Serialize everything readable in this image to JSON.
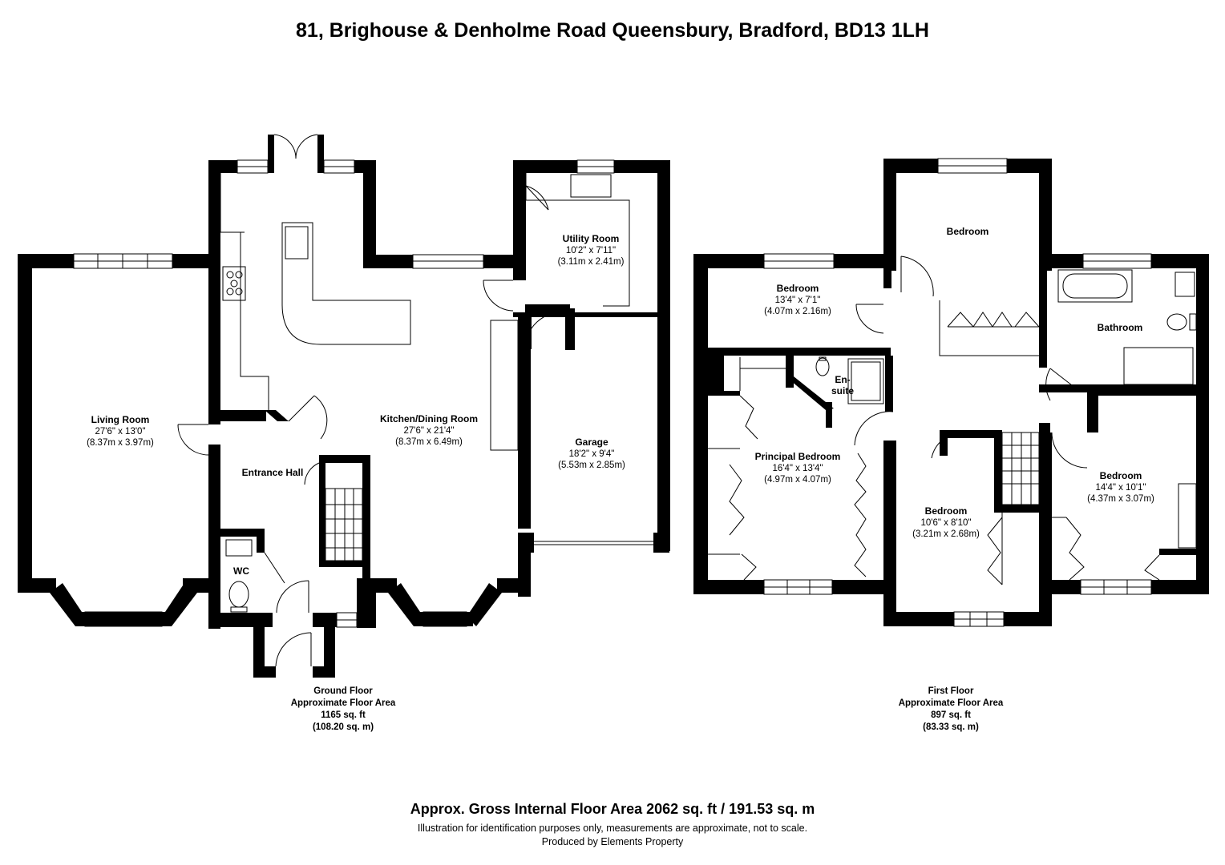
{
  "title": "81, Brighouse & Denholme Road Queensbury, Bradford, BD13 1LH",
  "rooms": {
    "living": {
      "name": "Living Room",
      "imperial": "27'6\" x 13'0\"",
      "metric": "(8.37m x 3.97m)"
    },
    "kitchen": {
      "name": "Kitchen/Dining Room",
      "imperial": "27'6\" x 21'4\"",
      "metric": "(8.37m x 6.49m)"
    },
    "utility": {
      "name": "Utility Room",
      "imperial": "10'2\" x 7'11\"",
      "metric": "(3.11m x 2.41m)"
    },
    "garage": {
      "name": "Garage",
      "imperial": "18'2\" x 9'4\"",
      "metric": "(5.53m x 2.85m)"
    },
    "hall": {
      "name": "Entrance Hall"
    },
    "wc": {
      "name": "WC"
    },
    "bed_top": {
      "name": "Bedroom"
    },
    "bed_small": {
      "name": "Bedroom",
      "imperial": "13'4\" x 7'1\"",
      "metric": "(4.07m x 2.16m)"
    },
    "bathroom": {
      "name": "Bathroom"
    },
    "ensuite": {
      "name_1": "En-",
      "name_2": "suite"
    },
    "principal": {
      "name": "Principal Bedroom",
      "imperial": "16'4\" x 13'4\"",
      "metric": "(4.97m x 4.07m)"
    },
    "bed_mid": {
      "name": "Bedroom",
      "imperial": "10'6\" x 8'10\"",
      "metric": "(3.21m x 2.68m)"
    },
    "bed_right": {
      "name": "Bedroom",
      "imperial": "14'4\" x 10'1\"",
      "metric": "(4.37m x 3.07m)"
    }
  },
  "floors": {
    "ground": {
      "line1": "Ground Floor",
      "line2": "Approximate Floor Area",
      "line3": "1165 sq. ft",
      "line4": "(108.20 sq. m)"
    },
    "first": {
      "line1": "First Floor",
      "line2": "Approximate Floor Area",
      "line3": "897 sq. ft",
      "line4": "(83.33 sq. m)"
    }
  },
  "footer": {
    "gross": "Approx. Gross Internal Floor Area 2062 sq. ft / 191.53 sq. m",
    "disclaimer": "Illustration for identification purposes only, measurements are approximate, not to scale.",
    "produced": "Produced by Elements Property"
  }
}
